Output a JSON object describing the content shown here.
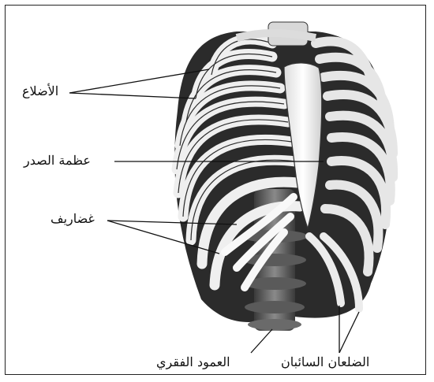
{
  "labels": {
    "ribs": "الأضلاع",
    "sternum": "عظمة الصدر",
    "cartilages": "غضاريف",
    "spine": "العمود الفقري",
    "floating_ribs": "الضلعان السائبان"
  },
  "colors": {
    "bone": "#f2f2f2",
    "bone_edge": "#2a2a2a",
    "shadow": "#1a1a1a",
    "spine": "#6e6e6e",
    "line": "#111111"
  }
}
